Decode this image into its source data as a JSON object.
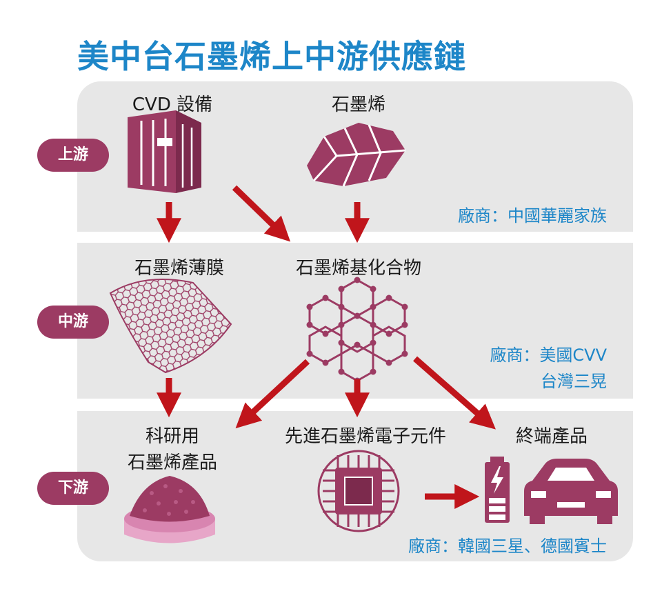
{
  "title": "美中台石墨烯上中游供應鏈",
  "tiers": {
    "up": "上游",
    "mid": "中游",
    "down": "下游"
  },
  "nodes": {
    "cvd": "CVD 設備",
    "graphene": "石墨烯",
    "film": "石墨烯薄膜",
    "compound": "石墨烯基化合物",
    "research_line1": "科研用",
    "research_line2": "石墨烯產品",
    "electronics": "先進石墨烯電子元件",
    "end_products": "終端產品"
  },
  "vendors": {
    "up": "廠商：中國華麗家族",
    "mid_line1": "廠商：美國CVV",
    "mid_line2": "台灣三晃",
    "down": "廠商：韓國三星、德國賓士"
  },
  "colors": {
    "accent_blue": "#1d86c8",
    "icon_purple": "#9c3b63",
    "arrow_red": "#c0151b",
    "band_gray": "#e7e7e7"
  },
  "icons": [
    "server-icon",
    "graphite-rock-icon",
    "graphene-sheet-icon",
    "hexagon-lattice-icon",
    "powder-dish-icon",
    "chip-icon",
    "battery-icon",
    "car-icon"
  ]
}
